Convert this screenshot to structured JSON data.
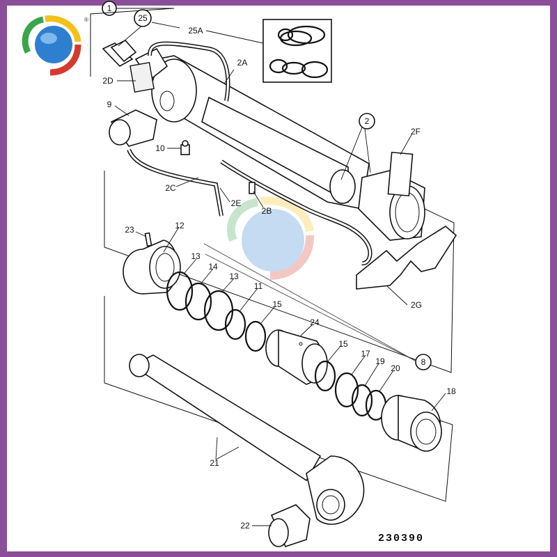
{
  "figure": {
    "view_number": "1",
    "drawing_number": "230390",
    "registered_mark": "®"
  },
  "labels": {
    "l25": "25",
    "l25A": "25A",
    "l2A": "2A",
    "l2D": "2D",
    "l9": "9",
    "l10": "10",
    "l2C": "2C",
    "l2E": "2E",
    "l2B": "2B",
    "l2": "2",
    "l2F": "2F",
    "l2G": "2G",
    "l23": "23",
    "l12": "12",
    "l13a": "13",
    "l14": "14",
    "l13b": "13",
    "l11": "11",
    "l15a": "15",
    "l24": "24",
    "l15b": "15",
    "l17": "17",
    "l19": "19",
    "l20": "20",
    "l8": "8",
    "l18": "18",
    "l21": "21",
    "l22": "22"
  },
  "colors": {
    "frame": "#8a4f98",
    "logo_blue": "#2f7fd0",
    "logo_green": "#3aa64a",
    "logo_red": "#d63a2f",
    "logo_yellow": "#f2c21b"
  }
}
